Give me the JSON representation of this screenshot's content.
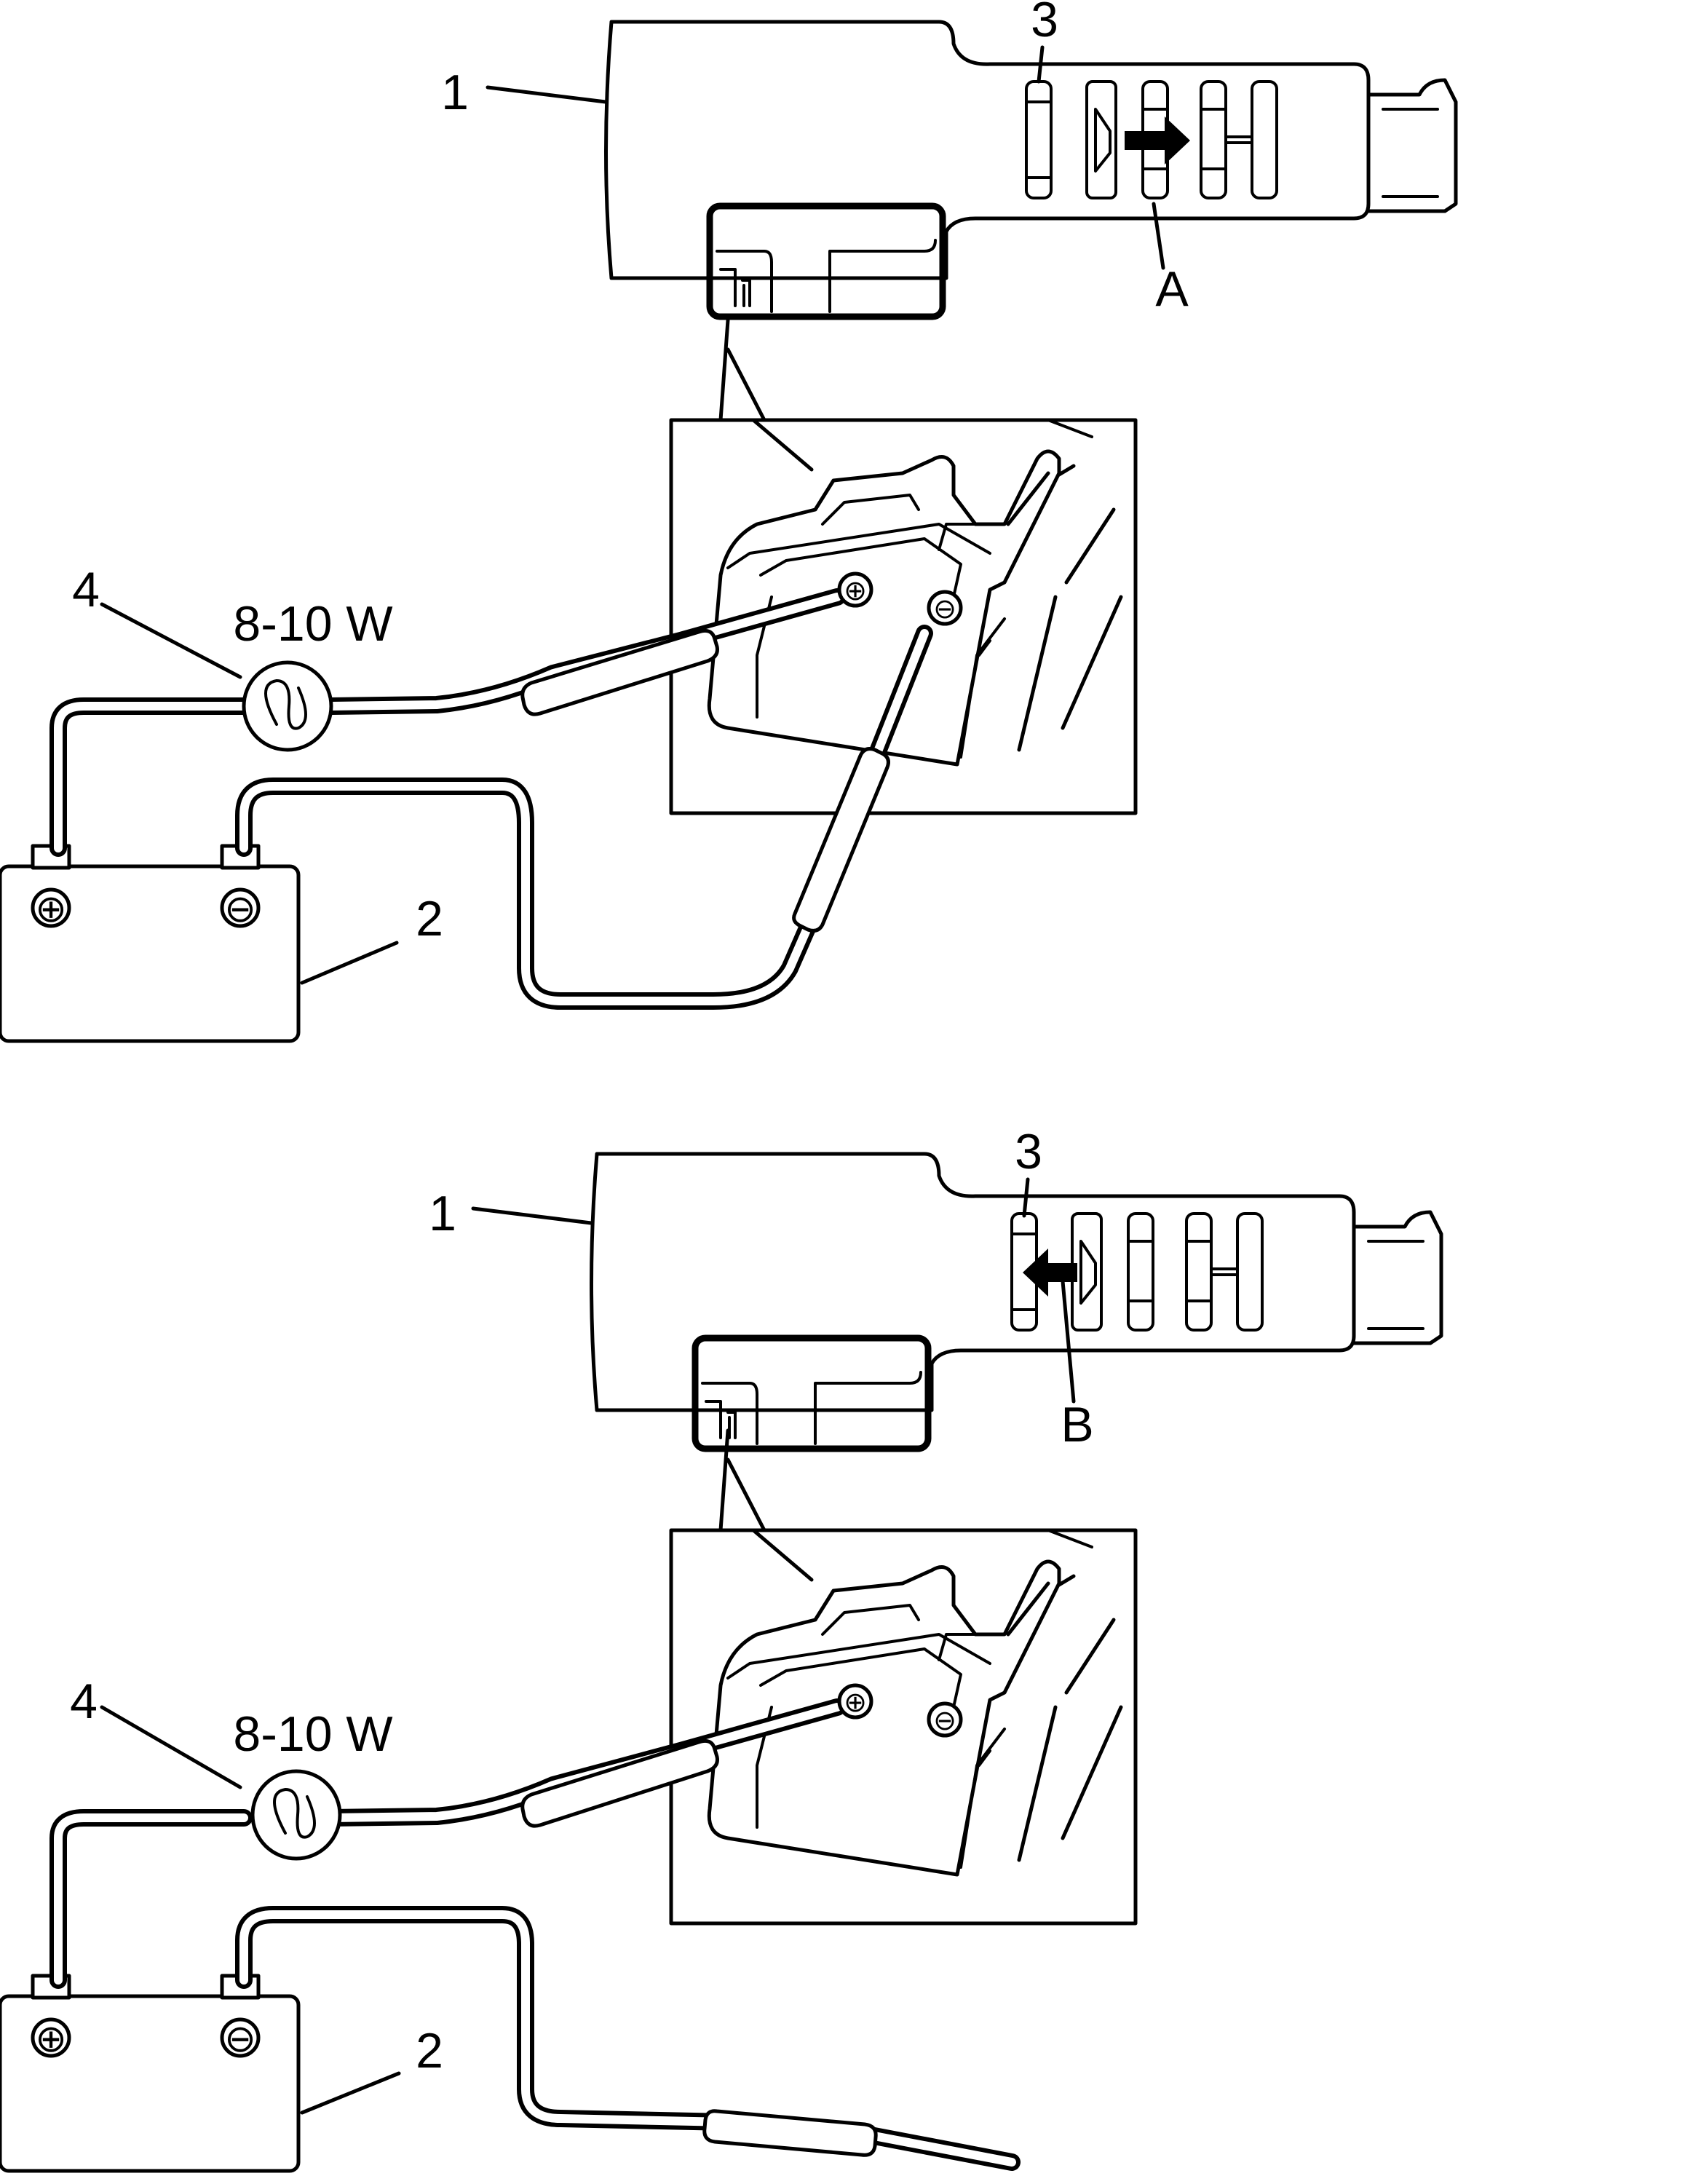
{
  "diagram": {
    "top": {
      "callouts": {
        "solenoid": "1",
        "battery": "2",
        "spool": "3",
        "bulb": "4",
        "direction": "A"
      },
      "bulb_rating": "8-10 W",
      "battery_terminals": {
        "positive": "⊕",
        "negative": "⊖"
      },
      "connector_pins": {
        "positive": "⊕",
        "negative": "⊖"
      }
    },
    "bottom": {
      "callouts": {
        "solenoid": "1",
        "battery": "2",
        "spool": "3",
        "bulb": "4",
        "direction": "B"
      },
      "bulb_rating": "8-10 W",
      "battery_terminals": {
        "positive": "⊕",
        "negative": "⊖"
      },
      "connector_pins": {
        "positive": "⊕",
        "negative": "⊖"
      }
    }
  }
}
